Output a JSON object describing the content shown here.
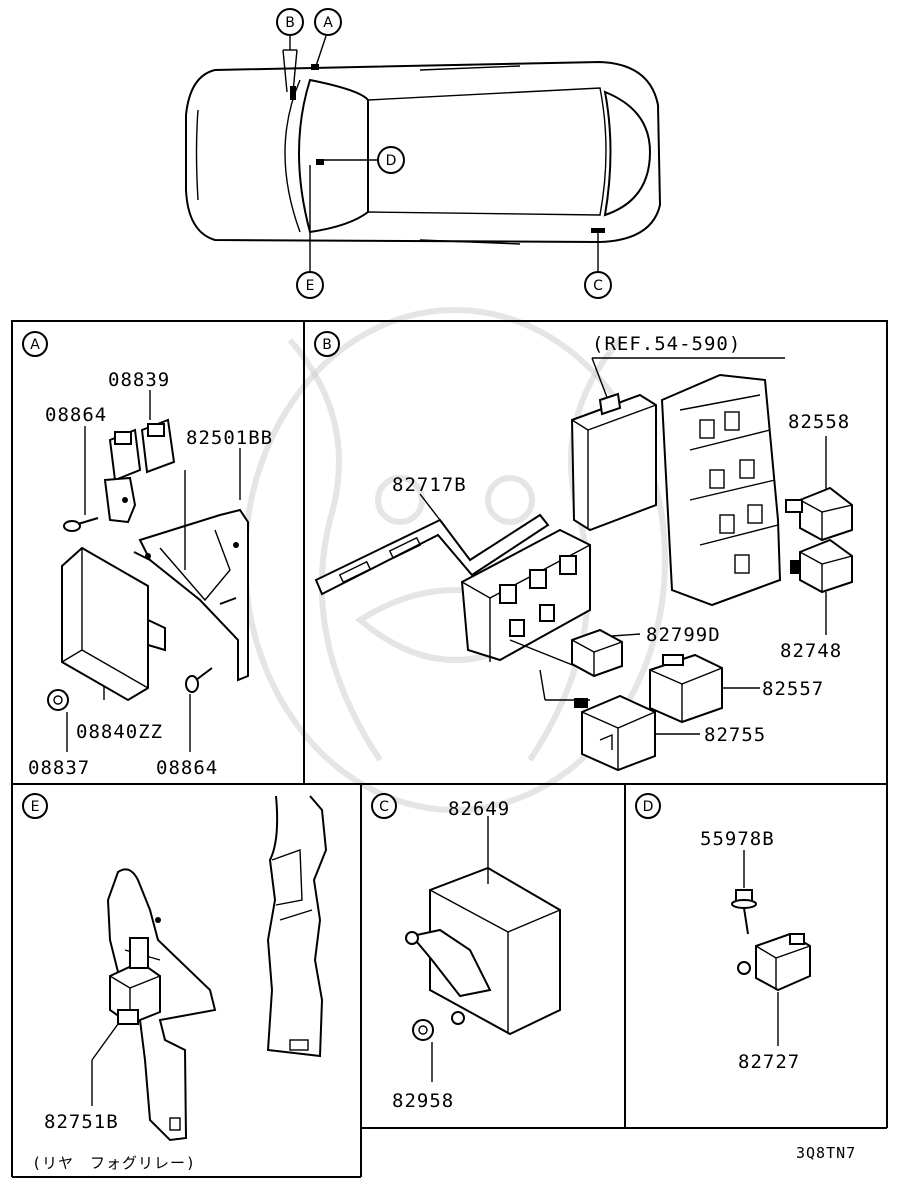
{
  "overview": {
    "callouts": [
      "B",
      "A",
      "D",
      "E",
      "C"
    ]
  },
  "panels": {
    "A": {
      "letter": "A",
      "labels": [
        "08839",
        "08864",
        "82501BB",
        "08840ZZ",
        "08837",
        "08864"
      ]
    },
    "B": {
      "letter": "B",
      "ref": "(REF.54-590)",
      "labels": [
        "82717B",
        "82558",
        "82799D",
        "82748",
        "82557",
        "82755"
      ]
    },
    "E": {
      "letter": "E",
      "labels": [
        "82751B"
      ],
      "note": "(リヤ　フォグリレー)"
    },
    "C": {
      "letter": "C",
      "labels": [
        "82649",
        "82958"
      ]
    },
    "D": {
      "letter": "D",
      "labels": [
        "55978B",
        "82727"
      ]
    }
  },
  "footer": {
    "code": "3Q8TN7"
  }
}
